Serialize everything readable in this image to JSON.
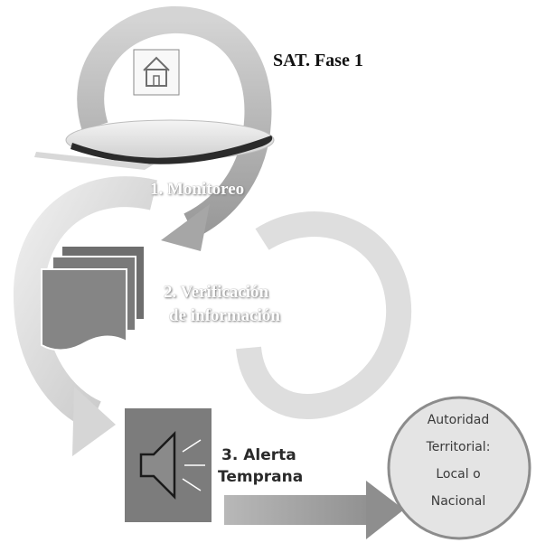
{
  "title": "SAT. Fase 1",
  "steps": {
    "step1": "1. Monitoreo",
    "step2_line1": "2. Verificación",
    "step2_line2": "de información",
    "step3_line1": "3. Alerta",
    "step3_line2": "Temprana"
  },
  "authority": {
    "line1": "Autoridad",
    "line2": "Territorial:",
    "line3": "Local o",
    "line4": "Nacional"
  },
  "icons": [
    "house-icon",
    "documents-icon",
    "speaker-icon"
  ],
  "colors": {
    "arrow_light": "#dcdcdc",
    "arrow_mid": "#c4c4c4",
    "arrow_dark": "#9a9a9a",
    "speaker_box": "#7c7c7c",
    "authority_fill": "#e4e4e4",
    "authority_stroke": "#8c8c8c"
  }
}
